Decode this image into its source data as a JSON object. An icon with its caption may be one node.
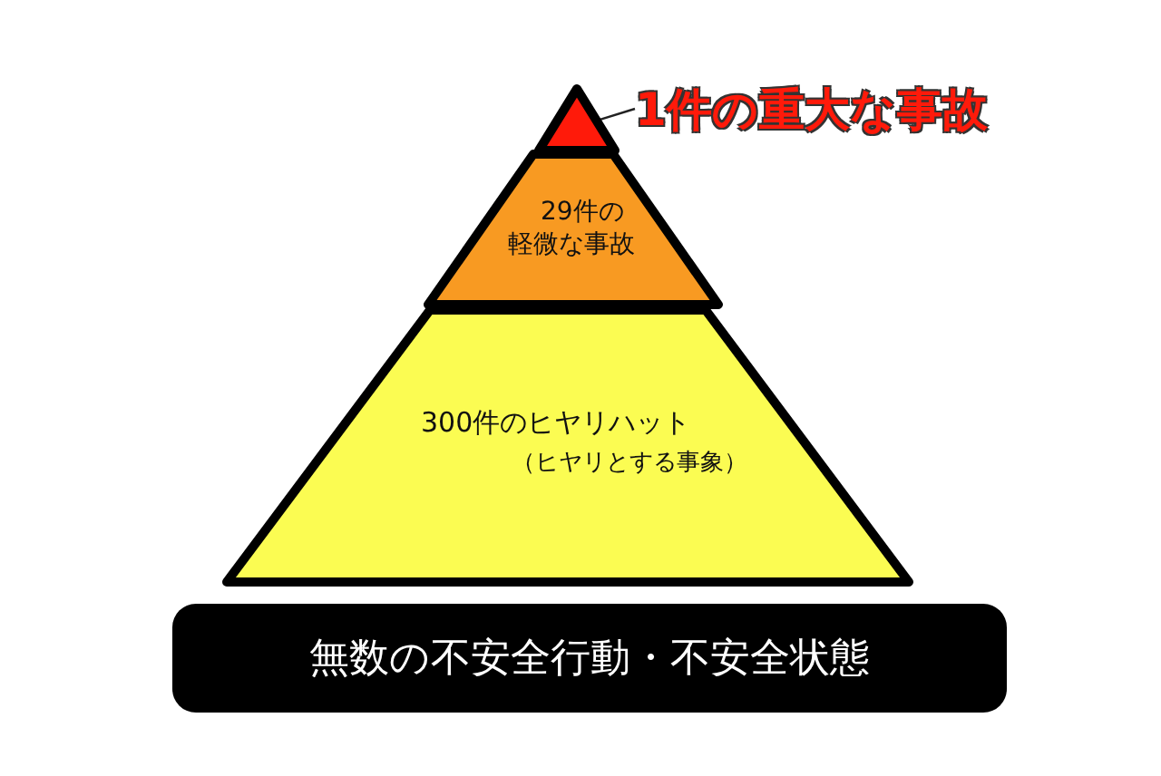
{
  "diagram": {
    "nodes": [
      {
        "text": [
          "1件の重大な事故"
        ]
      },
      {
        "text": [],
        "shape": "triangle"
      },
      {
        "text": [
          "29件の軽微な事故"
        ]
      },
      {
        "text": [
          "300件のヒヤリハット",
          "（ヒヤリとする事象）"
        ]
      },
      {
        "text": [
          "無数の不安全行動・不安全状態"
        ]
      }
    ],
    "edges": [
      {
        "from": 0,
        "to": 1,
        "arrow": "none"
      }
    ]
  }
}
